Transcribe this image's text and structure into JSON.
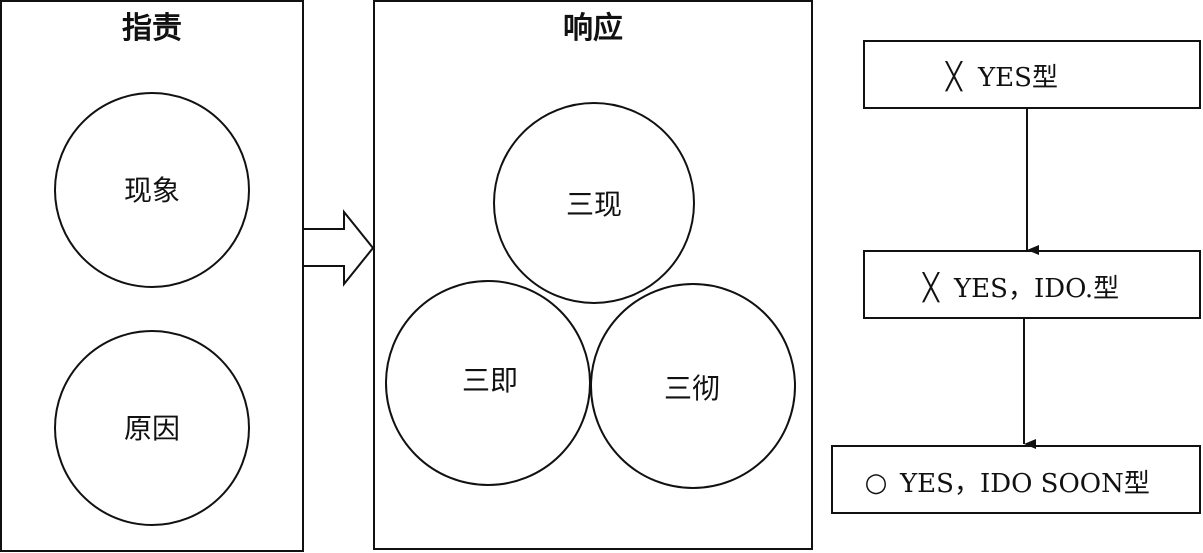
{
  "panels": {
    "left": {
      "title": "指责",
      "items": [
        "现象",
        "原因"
      ]
    },
    "middle": {
      "title": "响应",
      "items": [
        "三现",
        "三即",
        "三彻"
      ]
    }
  },
  "flow": {
    "steps": [
      {
        "mark": "╳",
        "label": "YES型"
      },
      {
        "mark": "╳",
        "label": "YES，IDO.型"
      },
      {
        "mark": "○",
        "label": "YES，IDO SOON型"
      }
    ]
  }
}
